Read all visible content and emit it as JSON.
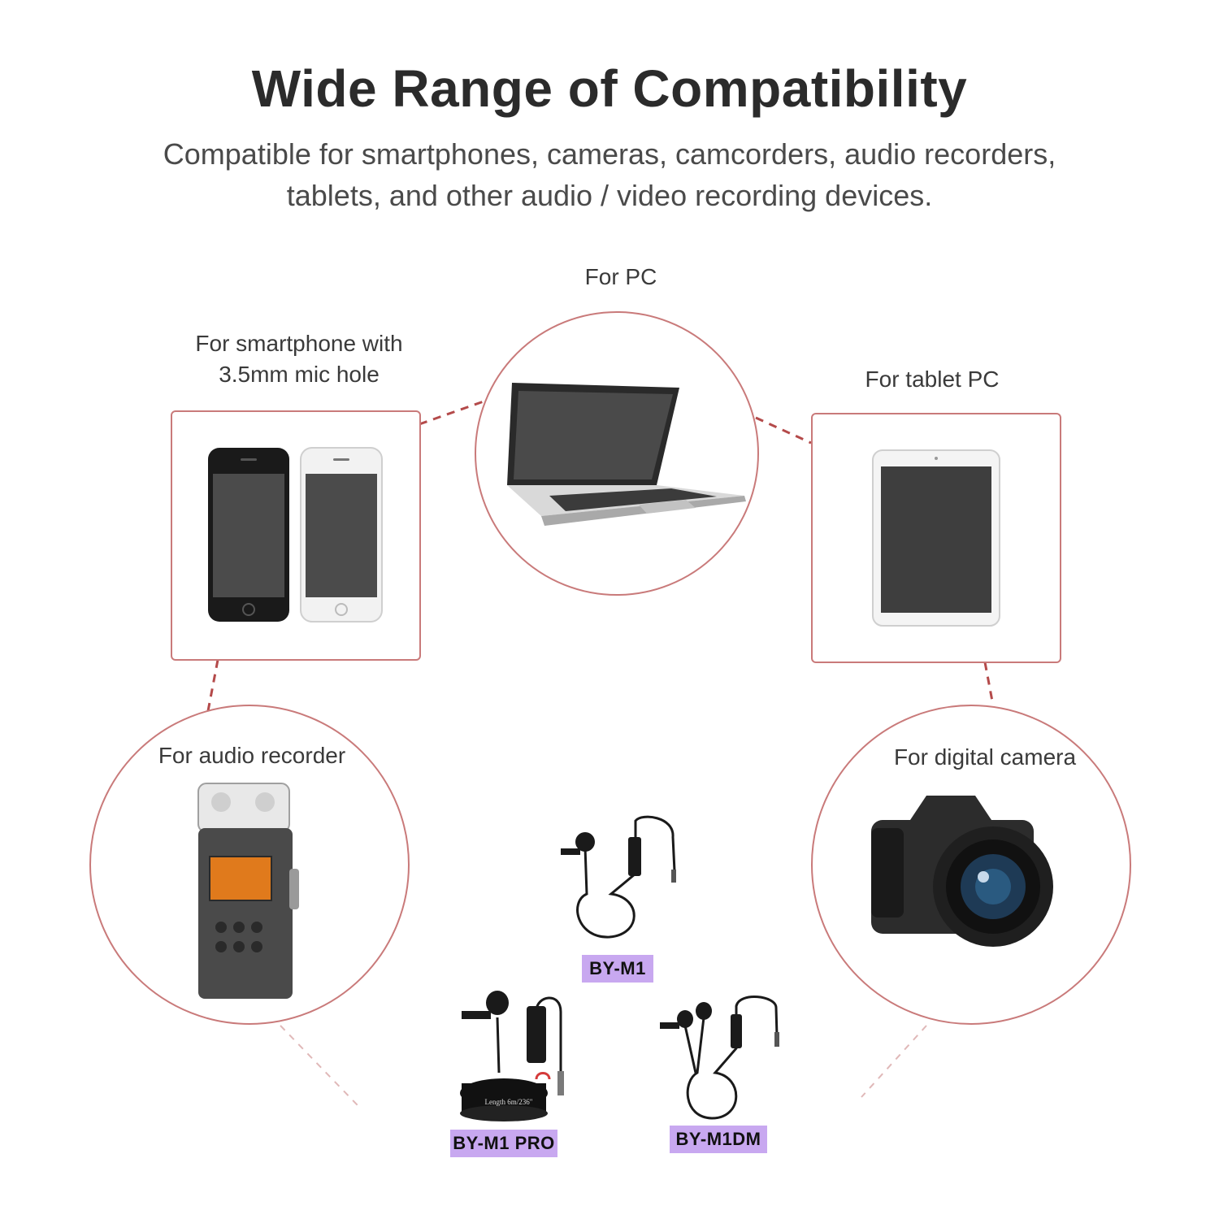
{
  "header": {
    "title": "Wide Range of Compatibility",
    "subtitle_line1": "Compatible for smartphones, cameras, camcorders, audio recorders,",
    "subtitle_line2": "tablets, and other audio / video recording devices."
  },
  "devices": {
    "pc": "For PC",
    "smartphone_line1": "For smartphone with",
    "smartphone_line2": "3.5mm mic hole",
    "tablet": "For tablet PC",
    "audio_recorder": "For audio recorder",
    "digital_camera": "For digital camera"
  },
  "products": {
    "m1": "BY-M1",
    "m1pro": "BY-M1 PRO",
    "m1dm": "BY-M1DM",
    "m1pro_cable_text": "Length 6m/236\""
  },
  "colors": {
    "accent_line": "#c97a7a",
    "badge_bg": "#c8a8f0"
  }
}
